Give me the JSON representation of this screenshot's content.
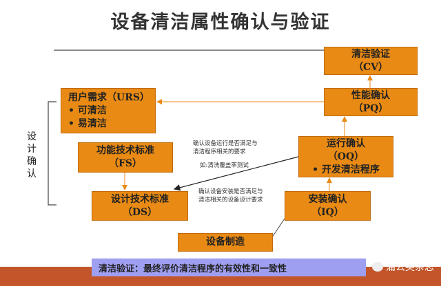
{
  "title": "设备清洁属性确认与验证",
  "side_label": "设计确认",
  "boxes": {
    "cv": {
      "line1": "清洁验证",
      "line2": "（CV）"
    },
    "pq": {
      "line1": "性能确认",
      "line2": "（PQ）"
    },
    "urs": {
      "line1": "用户需求（URS）",
      "items": [
        "• 可清洁",
        "• 易清洁"
      ]
    },
    "oq": {
      "line1": "运行确认",
      "line2": "（OQ）",
      "line3": "• 开发清洁程序"
    },
    "fs": {
      "line1": "功能技术标准",
      "line2": "（FS）"
    },
    "ds": {
      "line1": "设计技术标准",
      "line2": "（DS）"
    },
    "iq": {
      "line1": "安装确认",
      "line2": "（IQ）"
    },
    "mfg": {
      "line1": "设备制造"
    }
  },
  "notes": {
    "oq_note1": "确认设备运行是否满足与",
    "oq_note2": "清洁程序相关的要求",
    "oq_example": "如:清洗覆盖率测试",
    "iq_note1": "确认设备安装是否满足与",
    "iq_note2": "清洁相关的设备设计要求"
  },
  "footer": {
    "callout": "清洁验证：最终评价清洁程序的有效性和一致性",
    "watermark": "蒲公英杂志"
  },
  "colors": {
    "box": "#e88a14",
    "band": "#c2552a",
    "callout": "#9f9ff2"
  }
}
